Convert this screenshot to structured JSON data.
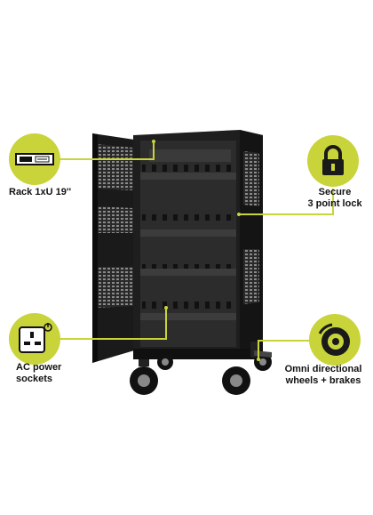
{
  "callouts": {
    "rack": {
      "label": "Rack 1xU 19''",
      "icon": "rack-unit-icon"
    },
    "lock": {
      "label_line1": "Secure",
      "label_line2": "3 point lock",
      "icon": "padlock-icon"
    },
    "power": {
      "label_line1": "AC power",
      "label_line2": "sockets",
      "icon": "power-socket-icon"
    },
    "wheels": {
      "label_line1": "Omni directional",
      "label_line2": "wheels  + brakes",
      "icon": "brake-disc-icon"
    }
  },
  "colors": {
    "accent": "#c9d43a",
    "cabinet": "#1c1c1c",
    "label_text": "#111111"
  }
}
